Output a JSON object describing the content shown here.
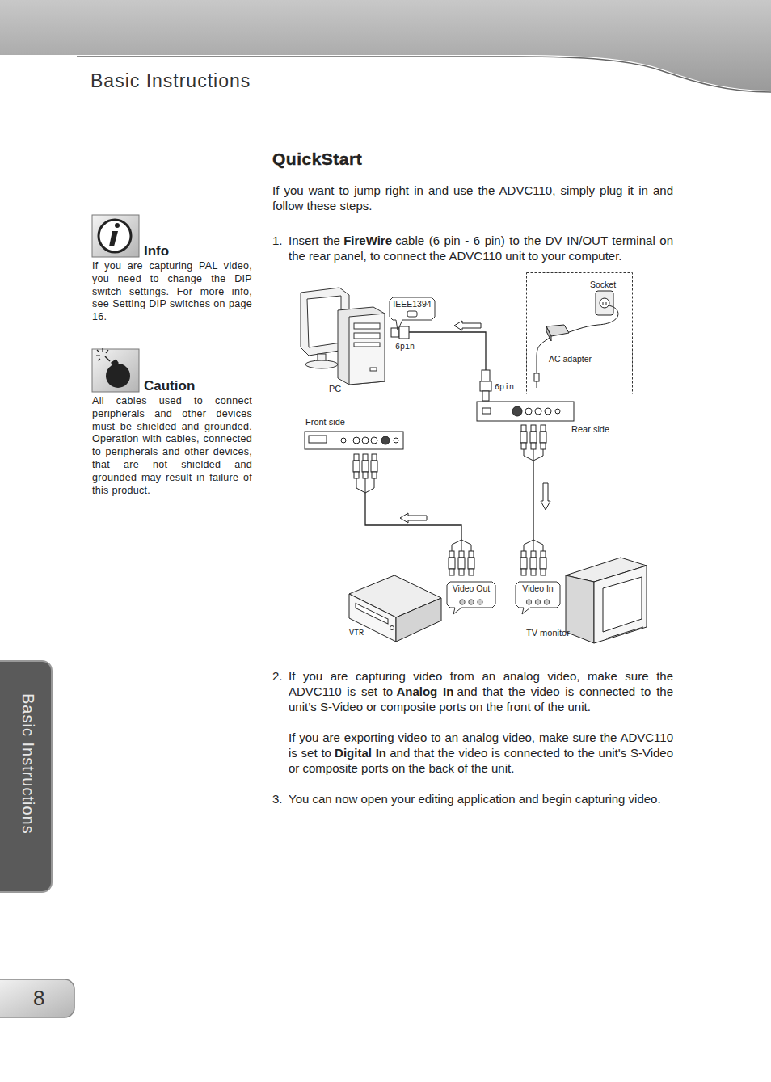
{
  "diagram": {
    "title": "QuickStart",
    "nodes": [
      {
        "text": [
          "IEEE1394"
        ]
      },
      {
        "text": [
          "Socket",
          "AC adapter"
        ]
      },
      {
        "text": [
          "Video Out"
        ]
      },
      {
        "text": [
          "Video In"
        ]
      }
    ],
    "labels": [
      "Basic Instructions",
      "Info",
      "If you are capturing PAL video, you need to change the DIP switch settings. For more info, see Setting DIP switches on page 16.",
      "Caution",
      "All cables used to connect peripherals and other devices must be shielded and grounded. Operation with cables, connected to peripherals and other devices, that are not shielded and grounded may result in failure of this product.",
      "If you want to jump right in and use the ADVC110, simply plug it in and follow these steps.",
      "1.",
      "Insert the",
      "FireWire",
      "cable (6 pin - 6 pin) to the DV IN/OUT terminal on the rear panel, to connect the ADVC110 unit to your computer.",
      "6pin",
      "6pin",
      "PC",
      "Front side",
      "Rear side",
      "VTR",
      "TV monitor",
      "2.",
      "If you are capturing video from an analog video, make sure the ADVC110 is set to",
      "Analog In",
      "and that the video is connected to the unit’s S-Video or composite ports on the front of the unit.",
      "If you are exporting video to an analog video, make sure the ADVC110 is set to",
      "Digital In",
      "and that the video is connected to the unit's S-Video or composite ports on the back of the unit.",
      "3.",
      "You can now open your editing application and begin capturing video.",
      "Basic Instructions",
      "8"
    ]
  }
}
